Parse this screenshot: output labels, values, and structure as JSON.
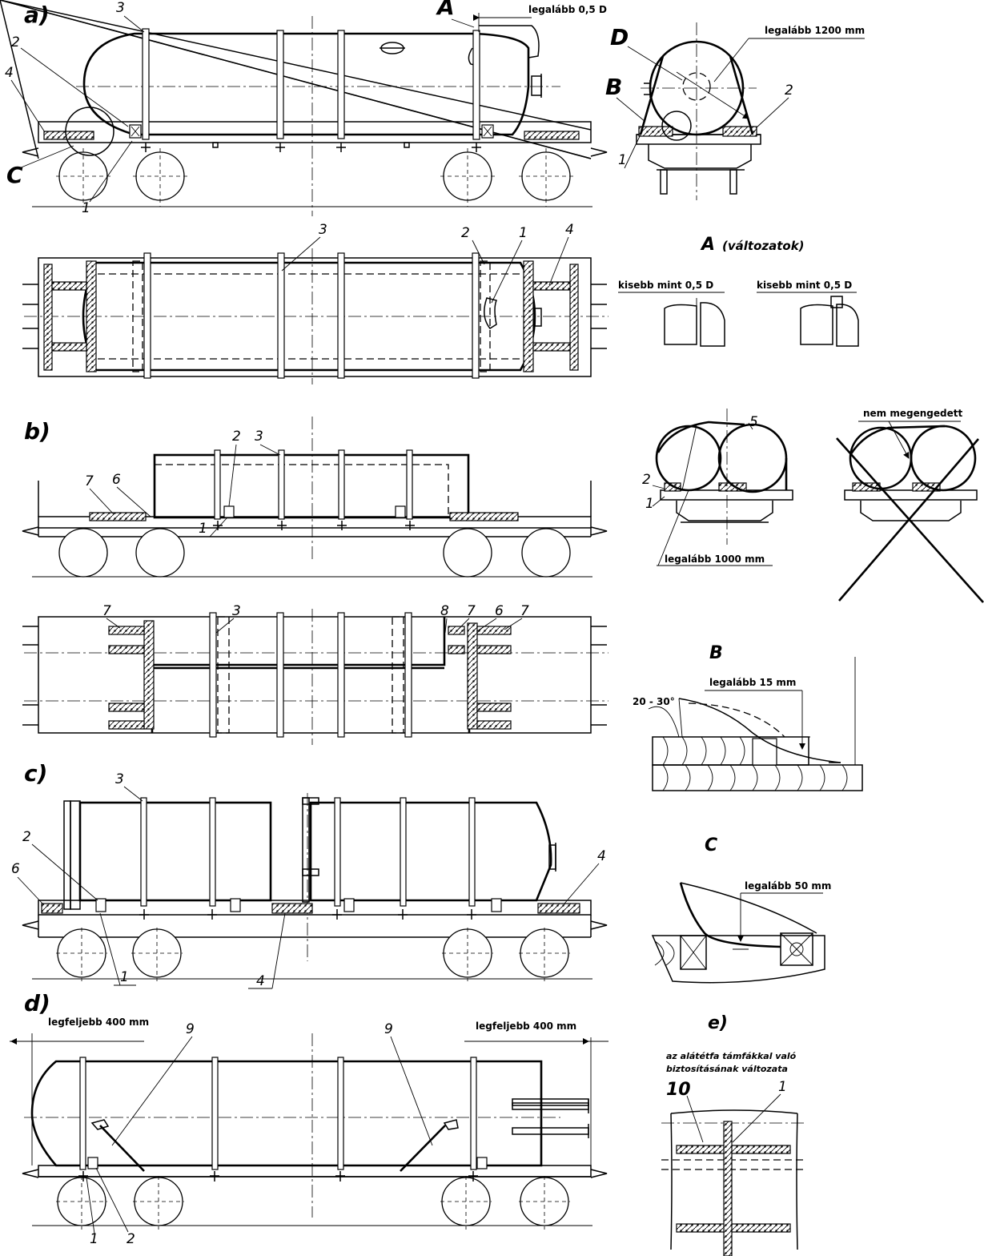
{
  "sections": {
    "a": "a)",
    "b": "b)",
    "c": "c)",
    "d": "d)",
    "e": "e)"
  },
  "details": {
    "A": "A",
    "A_sub": "(változatok)",
    "B": "B",
    "C": "C",
    "D": "D"
  },
  "dimensions": {
    "a_top": "legalább 0,5 D",
    "a_end": "legalább 1200 mm",
    "A_left": "kisebb mint 0,5 D",
    "A_right": "kisebb mint 0,5 D",
    "b_not_allowed": "nem megengedett",
    "b_end": "legalább 1000 mm",
    "B_angle": "20 - 30°",
    "B_gap": "legalább 15 mm",
    "C_gap": "legalább 50 mm",
    "d_left": "legfeljebb 400 mm",
    "d_right": "legfeljebb 400 mm",
    "e_note_line1": "az alátétfa támfákkal való",
    "e_note_line2": "biztosításának változata"
  },
  "callouts": {
    "n1": "1",
    "n2": "2",
    "n3": "3",
    "n4": "4",
    "n5": "5",
    "n6": "6",
    "n7": "7",
    "n8": "8",
    "n9": "9",
    "n10": "10"
  }
}
